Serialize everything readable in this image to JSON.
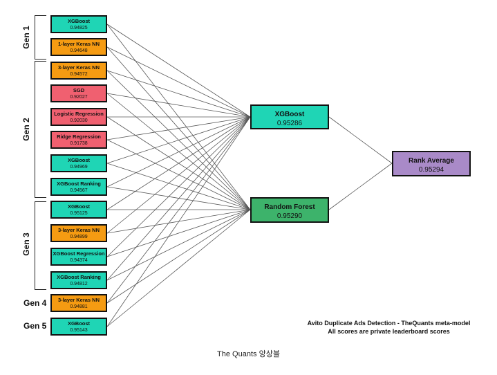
{
  "colors": {
    "xgboost": "#1fd5b5",
    "keras": "#f59b12",
    "linear": "#f06070",
    "random_forest": "#3db36b",
    "rank_average": "#a98ac8",
    "wire": "#555555"
  },
  "groups": [
    {
      "label": "Gen 1",
      "orientation": "vertical"
    },
    {
      "label": "Gen 2",
      "orientation": "vertical"
    },
    {
      "label": "Gen 3",
      "orientation": "vertical"
    },
    {
      "label": "Gen 4",
      "orientation": "horizontal"
    },
    {
      "label": "Gen 5",
      "orientation": "horizontal"
    }
  ],
  "base_models": [
    {
      "name": "XGBoost",
      "score": "0.94825",
      "kind": "xgboost"
    },
    {
      "name": "1-layer Keras NN",
      "score": "0.94648",
      "kind": "keras"
    },
    {
      "name": "3-layer Keras NN",
      "score": "0.94572",
      "kind": "keras"
    },
    {
      "name": "SGD",
      "score": "0.92027",
      "kind": "linear"
    },
    {
      "name": "Logistic Regression",
      "score": "0.92030",
      "kind": "linear"
    },
    {
      "name": "Ridge Regression",
      "score": "0.91738",
      "kind": "linear"
    },
    {
      "name": "XGBoost",
      "score": "0.94969",
      "kind": "xgboost"
    },
    {
      "name": "XGBoost Ranking",
      "score": "0.94567",
      "kind": "xgboost"
    },
    {
      "name": "XGBoost",
      "score": "0.95125",
      "kind": "xgboost"
    },
    {
      "name": "3-layer Keras NN",
      "score": "0.94899",
      "kind": "keras"
    },
    {
      "name": "XGBoost Regression",
      "score": "0.94374",
      "kind": "xgboost"
    },
    {
      "name": "XGBoost Ranking",
      "score": "0.94812",
      "kind": "xgboost"
    },
    {
      "name": "3-layer Keras NN",
      "score": "0.94881",
      "kind": "keras"
    },
    {
      "name": "XGBoost",
      "score": "0.95143",
      "kind": "xgboost"
    }
  ],
  "meta_models": [
    {
      "name": "XGBoost",
      "score": "0.95286",
      "kind": "xgboost"
    },
    {
      "name": "Random Forest",
      "score": "0.95290",
      "kind": "random_forest"
    }
  ],
  "final_model": {
    "name": "Rank Average",
    "score": "0.95294",
    "kind": "rank_average"
  },
  "footnote": {
    "line1": "Avito Duplicate Ads Detection - TheQuants meta-model",
    "line2": "All scores are private leaderboard scores"
  },
  "caption": "The Quants 앙상블"
}
